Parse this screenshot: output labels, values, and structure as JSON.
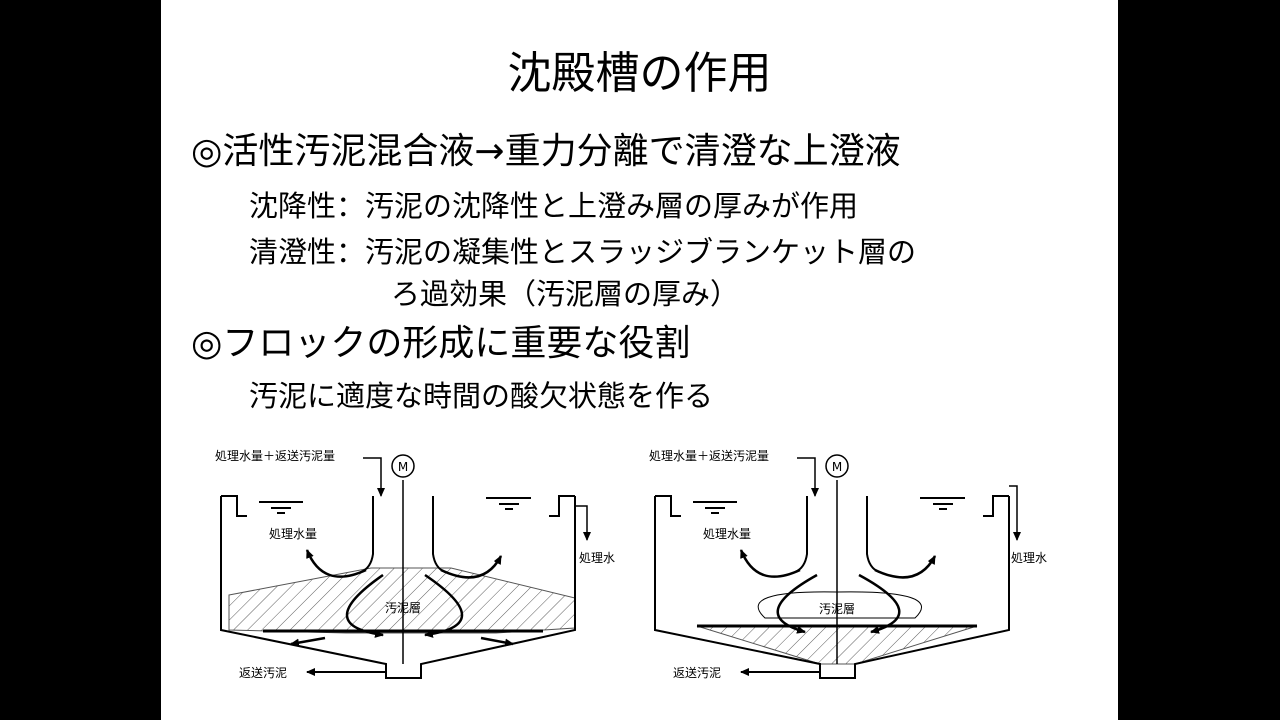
{
  "slide": {
    "title": "沈殿槽の作用",
    "bullet1": "◎活性汚泥混合液→重力分離で清澄な上澄液",
    "sub1": "沈降性：汚泥の沈降性と上澄み層の厚みが作用",
    "sub2": "清澄性：汚泥の凝集性とスラッジブランケット層の",
    "sub3": "ろ過効果（汚泥層の厚み）",
    "bullet2": "◎フロックの形成に重要な役割",
    "sub4": "汚泥に適度な時間の酸欠状態を作る"
  },
  "diagrams": [
    {
      "inflow_label": "処理水量＋返送汚泥量",
      "motor_label": "M",
      "zone_label": "処理水量",
      "outflow_label": "処理水",
      "sludge_label": "汚泥層",
      "return_label": "返送汚泥"
    },
    {
      "inflow_label": "処理水量＋返送汚泥量",
      "motor_label": "M",
      "zone_label": "処理水量",
      "outflow_label": "処理水",
      "sludge_label": "汚泥層",
      "return_label": "返送汚泥"
    }
  ]
}
